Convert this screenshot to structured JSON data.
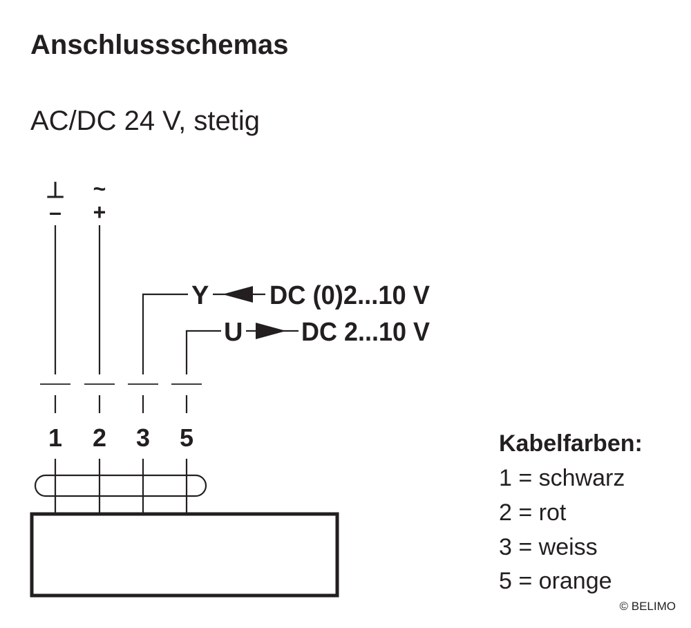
{
  "title": "Anschlussschemas",
  "subtitle": "AC/DC 24 V, stetig",
  "supply": {
    "wire1_symbol_top": "⊥",
    "wire1_symbol_bottom": "–",
    "wire2_symbol_top": "~",
    "wire2_symbol_bottom": "+"
  },
  "signals": {
    "y_label": "Y",
    "y_range": "DC (0)2...10 V",
    "u_label": "U",
    "u_range": "DC 2...10 V"
  },
  "terminals": [
    "1",
    "2",
    "3",
    "5"
  ],
  "legend": {
    "heading": "Kabelfarben:",
    "items": [
      "1 = schwarz",
      "2 = rot",
      "3 = weiss",
      "5 = orange"
    ]
  },
  "copyright": "© BELIMO",
  "colors": {
    "ink": "#231f20",
    "background": "#ffffff"
  }
}
